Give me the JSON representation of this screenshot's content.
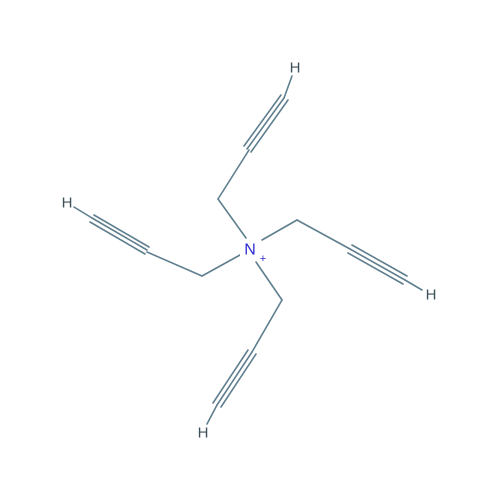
{
  "molecule": {
    "center_atom": {
      "element": "N",
      "charge": "+"
    },
    "terminal_atoms": [
      {
        "element": "H"
      },
      {
        "element": "H"
      },
      {
        "element": "H"
      },
      {
        "element": "H"
      }
    ]
  },
  "colors": {
    "bond": "#5f7f8f",
    "nitrogen": "#2c2ccf",
    "hydrogen": "#3d4f58",
    "background": "#ffffff"
  }
}
